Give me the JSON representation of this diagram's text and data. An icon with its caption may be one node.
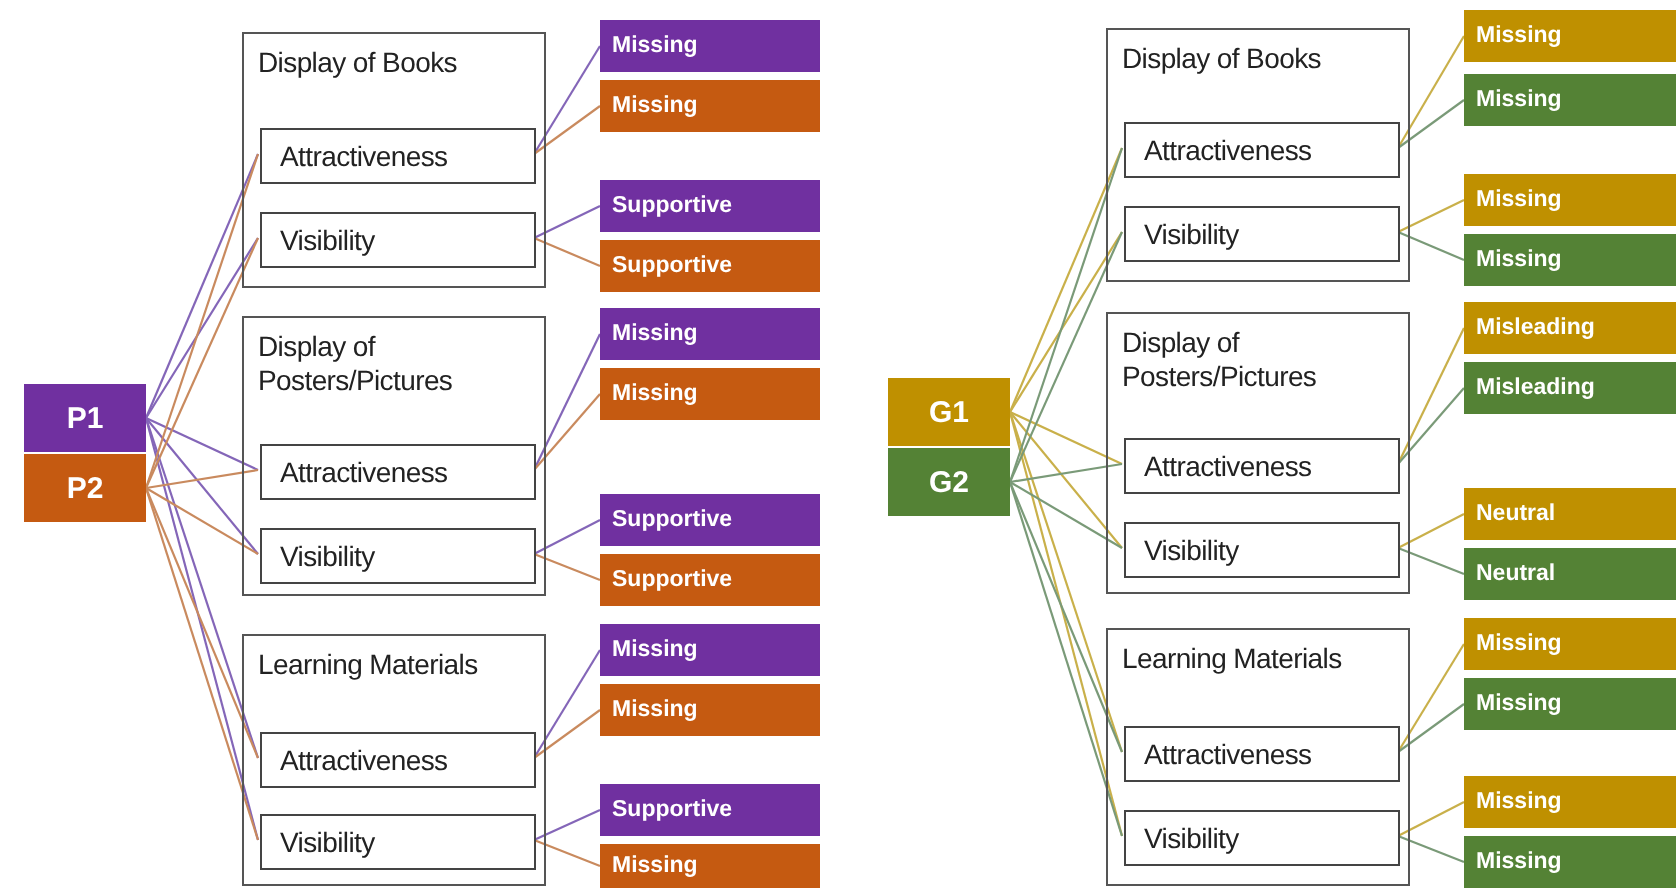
{
  "diagram": {
    "nodes": [
      {
        "text": [
          "P1"
        ]
      },
      {
        "text": [
          "P2"
        ]
      },
      {
        "text": [
          "Display of Books"
        ]
      },
      {
        "text": [
          "Attractiveness"
        ],
        "in": 2
      },
      {
        "text": [
          "Visibility"
        ],
        "in": 2
      },
      {
        "text": [
          "Missing"
        ]
      },
      {
        "text": [
          "Missing"
        ]
      },
      {
        "text": [
          "Supportive"
        ]
      },
      {
        "text": [
          "Supportive"
        ]
      },
      {
        "text": [
          "Display of Posters/Pictures"
        ]
      },
      {
        "text": [
          "Attractiveness"
        ],
        "in": 9
      },
      {
        "text": [
          "Visibility"
        ],
        "in": 9
      },
      {
        "text": [
          "Missing"
        ]
      },
      {
        "text": [
          "Missing"
        ]
      },
      {
        "text": [
          "Supportive"
        ]
      },
      {
        "text": [
          "Supportive"
        ]
      },
      {
        "text": [
          "Learning Materials"
        ]
      },
      {
        "text": [
          "Attractiveness"
        ],
        "in": 16
      },
      {
        "text": [
          "Visibility"
        ],
        "in": 16
      },
      {
        "text": [
          "Missing"
        ]
      },
      {
        "text": [
          "Missing"
        ]
      },
      {
        "text": [
          "Supportive"
        ]
      },
      {
        "text": [
          "Missing"
        ]
      },
      {
        "text": [
          "G1"
        ]
      },
      {
        "text": [
          "G2"
        ]
      },
      {
        "text": [
          "Display of Books"
        ]
      },
      {
        "text": [
          "Attractiveness"
        ],
        "in": 25
      },
      {
        "text": [
          "Visibility"
        ],
        "in": 25
      },
      {
        "text": [
          "Missing"
        ]
      },
      {
        "text": [
          "Missing"
        ]
      },
      {
        "text": [
          "Missing"
        ]
      },
      {
        "text": [
          "Missing"
        ]
      },
      {
        "text": [
          "Display of Posters/Pictures"
        ]
      },
      {
        "text": [
          "Attractiveness"
        ],
        "in": 32
      },
      {
        "text": [
          "Visibility"
        ],
        "in": 32
      },
      {
        "text": [
          "Misleading"
        ]
      },
      {
        "text": [
          "Misleading"
        ]
      },
      {
        "text": [
          "Neutral"
        ]
      },
      {
        "text": [
          "Neutral"
        ]
      },
      {
        "text": [
          "Learning Materials"
        ]
      },
      {
        "text": [
          "Attractiveness"
        ],
        "in": 39
      },
      {
        "text": [
          "Visibility"
        ],
        "in": 39
      },
      {
        "text": [
          "Missing"
        ]
      },
      {
        "text": [
          "Missing"
        ]
      },
      {
        "text": [
          "Missing"
        ]
      },
      {
        "text": [
          "Missing"
        ]
      }
    ],
    "edges": [
      {
        "from": 0,
        "to": 3,
        "arrow": "none",
        "color": "#8466b8"
      },
      {
        "from": 0,
        "to": 4,
        "arrow": "none",
        "color": "#8466b8"
      },
      {
        "from": 0,
        "to": 10,
        "arrow": "none",
        "color": "#8466b8"
      },
      {
        "from": 0,
        "to": 11,
        "arrow": "none",
        "color": "#8466b8"
      },
      {
        "from": 0,
        "to": 17,
        "arrow": "none",
        "color": "#8466b8"
      },
      {
        "from": 0,
        "to": 18,
        "arrow": "none",
        "color": "#8466b8"
      },
      {
        "from": 1,
        "to": 3,
        "arrow": "none",
        "color": "#c98a5e"
      },
      {
        "from": 1,
        "to": 4,
        "arrow": "none",
        "color": "#c98a5e"
      },
      {
        "from": 1,
        "to": 10,
        "arrow": "none",
        "color": "#c98a5e"
      },
      {
        "from": 1,
        "to": 11,
        "arrow": "none",
        "color": "#c98a5e"
      },
      {
        "from": 1,
        "to": 17,
        "arrow": "none",
        "color": "#c98a5e"
      },
      {
        "from": 1,
        "to": 18,
        "arrow": "none",
        "color": "#c98a5e"
      },
      {
        "from": 3,
        "to": 5,
        "arrow": "none",
        "color": "#8466b8"
      },
      {
        "from": 3,
        "to": 6,
        "arrow": "none",
        "color": "#c98a5e"
      },
      {
        "from": 4,
        "to": 7,
        "arrow": "none",
        "color": "#8466b8"
      },
      {
        "from": 4,
        "to": 8,
        "arrow": "none",
        "color": "#c98a5e"
      },
      {
        "from": 10,
        "to": 12,
        "arrow": "none",
        "color": "#8466b8"
      },
      {
        "from": 10,
        "to": 13,
        "arrow": "none",
        "color": "#c98a5e"
      },
      {
        "from": 11,
        "to": 14,
        "arrow": "none",
        "color": "#8466b8"
      },
      {
        "from": 11,
        "to": 15,
        "arrow": "none",
        "color": "#c98a5e"
      },
      {
        "from": 17,
        "to": 19,
        "arrow": "none",
        "color": "#8466b8"
      },
      {
        "from": 17,
        "to": 20,
        "arrow": "none",
        "color": "#c98a5e"
      },
      {
        "from": 18,
        "to": 21,
        "arrow": "none",
        "color": "#8466b8"
      },
      {
        "from": 18,
        "to": 22,
        "arrow": "none",
        "color": "#c98a5e"
      },
      {
        "from": 23,
        "to": 26,
        "arrow": "none",
        "color": "#c9b04a"
      },
      {
        "from": 23,
        "to": 27,
        "arrow": "none",
        "color": "#c9b04a"
      },
      {
        "from": 23,
        "to": 33,
        "arrow": "none",
        "color": "#c9b04a"
      },
      {
        "from": 23,
        "to": 34,
        "arrow": "none",
        "color": "#c9b04a"
      },
      {
        "from": 23,
        "to": 40,
        "arrow": "none",
        "color": "#c9b04a"
      },
      {
        "from": 23,
        "to": 41,
        "arrow": "none",
        "color": "#c9b04a"
      },
      {
        "from": 24,
        "to": 26,
        "arrow": "none",
        "color": "#7a9a78"
      },
      {
        "from": 24,
        "to": 27,
        "arrow": "none",
        "color": "#7a9a78"
      },
      {
        "from": 24,
        "to": 33,
        "arrow": "none",
        "color": "#7a9a78"
      },
      {
        "from": 24,
        "to": 34,
        "arrow": "none",
        "color": "#7a9a78"
      },
      {
        "from": 24,
        "to": 40,
        "arrow": "none",
        "color": "#7a9a78"
      },
      {
        "from": 24,
        "to": 41,
        "arrow": "none",
        "color": "#7a9a78"
      },
      {
        "from": 26,
        "to": 28,
        "arrow": "none",
        "color": "#c9b04a"
      },
      {
        "from": 26,
        "to": 29,
        "arrow": "none",
        "color": "#7a9a78"
      },
      {
        "from": 27,
        "to": 30,
        "arrow": "none",
        "color": "#c9b04a"
      },
      {
        "from": 27,
        "to": 31,
        "arrow": "none",
        "color": "#7a9a78"
      },
      {
        "from": 33,
        "to": 35,
        "arrow": "none",
        "color": "#c9b04a"
      },
      {
        "from": 33,
        "to": 36,
        "arrow": "none",
        "color": "#7a9a78"
      },
      {
        "from": 34,
        "to": 37,
        "arrow": "none",
        "color": "#c9b04a"
      },
      {
        "from": 34,
        "to": 38,
        "arrow": "none",
        "color": "#7a9a78"
      },
      {
        "from": 40,
        "to": 42,
        "arrow": "none",
        "color": "#c9b04a"
      },
      {
        "from": 40,
        "to": 43,
        "arrow": "none",
        "color": "#7a9a78"
      },
      {
        "from": 41,
        "to": 44,
        "arrow": "none",
        "color": "#c9b04a"
      },
      {
        "from": 41,
        "to": 45,
        "arrow": "none",
        "color": "#7a9a78"
      }
    ]
  }
}
